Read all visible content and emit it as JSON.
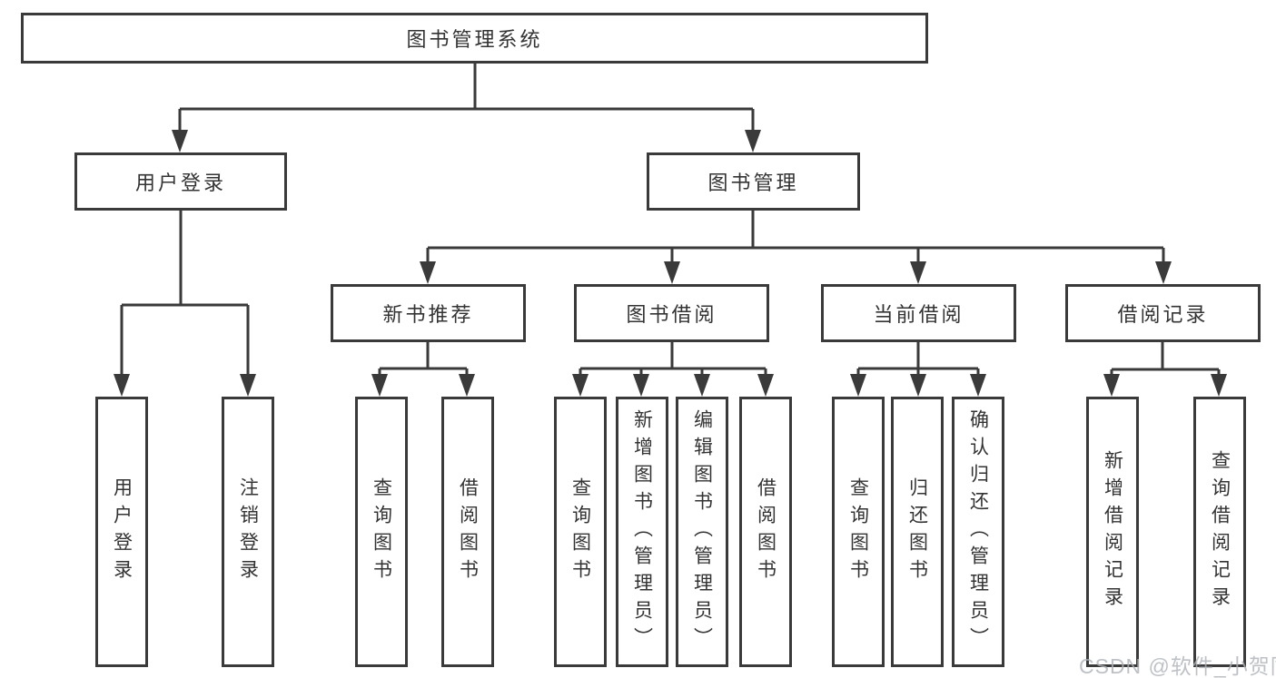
{
  "diagram_type": "tree",
  "watermark": "CSDN @软件_小贺同学",
  "colors": {
    "line": "#3a3a3a",
    "text": "#333333",
    "background": "#ffffff",
    "watermark": "#adb2b8"
  },
  "tree": {
    "label": "图书管理系统",
    "children": [
      {
        "label": "用户登录",
        "children": [
          {
            "label": "用户登录"
          },
          {
            "label": "注销登录"
          }
        ]
      },
      {
        "label": "图书管理",
        "children": [
          {
            "label": "新书推荐",
            "children": [
              {
                "label": "查询图书"
              },
              {
                "label": "借阅图书"
              }
            ]
          },
          {
            "label": "图书借阅",
            "children": [
              {
                "label": "查询图书"
              },
              {
                "label": "新增图书（管理员）"
              },
              {
                "label": "编辑图书（管理员）"
              },
              {
                "label": "借阅图书"
              }
            ]
          },
          {
            "label": "当前借阅",
            "children": [
              {
                "label": "查询图书"
              },
              {
                "label": "归还图书"
              },
              {
                "label": "确认归还（管理员）"
              }
            ]
          },
          {
            "label": "借阅记录",
            "children": [
              {
                "label": "新增借阅记录"
              },
              {
                "label": "查询借阅记录"
              }
            ]
          }
        ]
      }
    ]
  }
}
